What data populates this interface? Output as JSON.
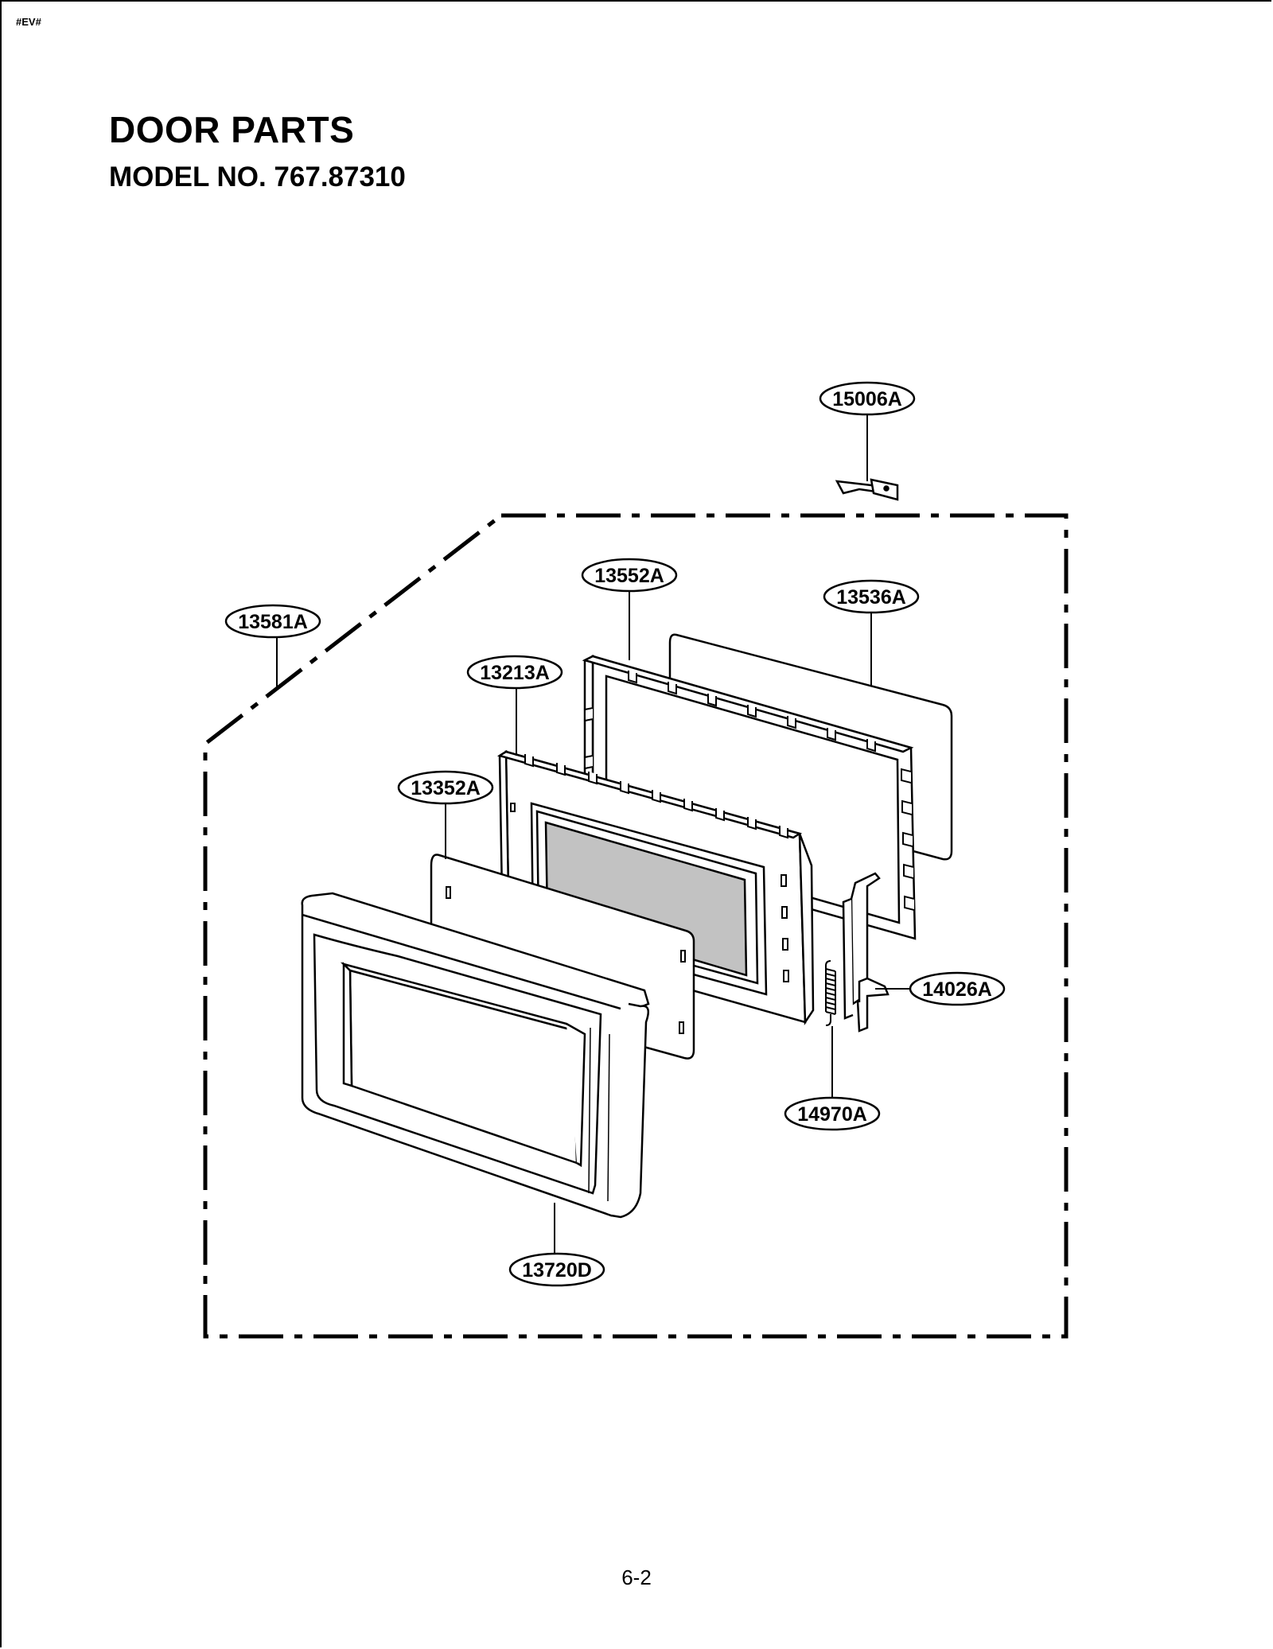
{
  "header": {
    "code": "#EV#",
    "title": "DOOR PARTS",
    "model": "MODEL NO. 767.87310"
  },
  "parts": {
    "p15006A": "15006A",
    "p13552A": "13552A",
    "p13536A": "13536A",
    "p13581A": "13581A",
    "p13213A": "13213A",
    "p13352A": "13352A",
    "p14026A": "14026A",
    "p14970A": "14970A",
    "p13720D": "13720D"
  },
  "footer": {
    "page": "6-2"
  }
}
